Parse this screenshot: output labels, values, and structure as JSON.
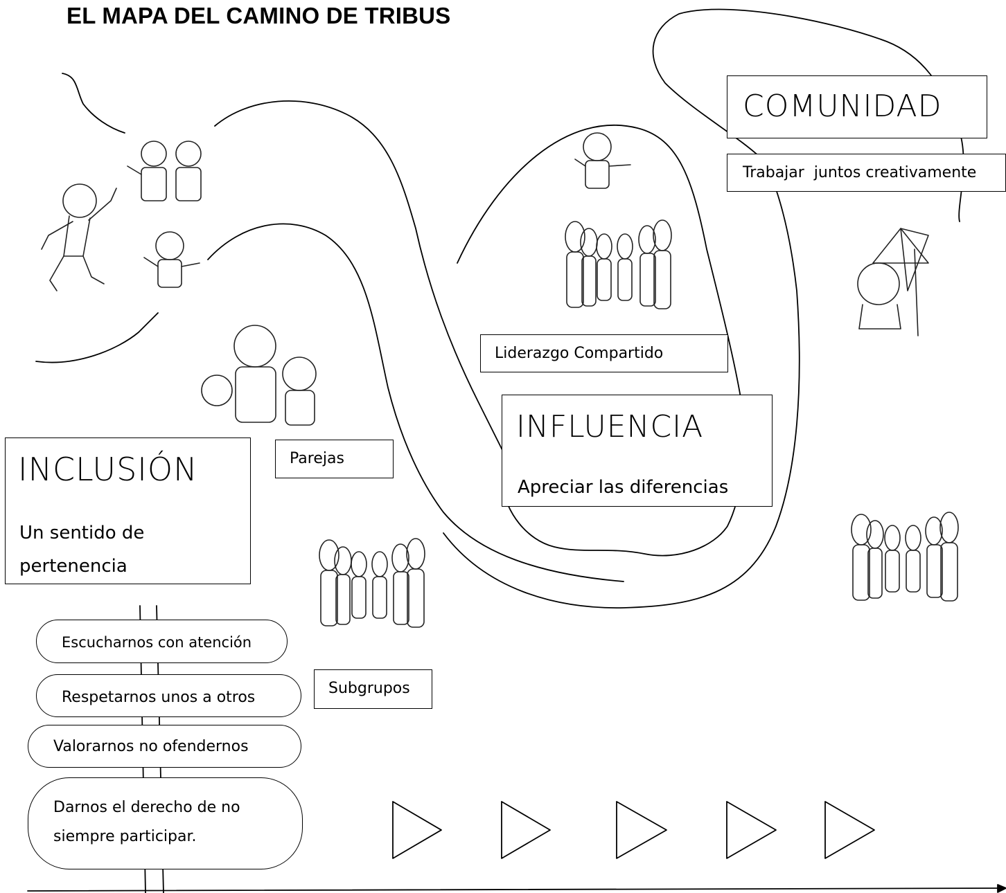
{
  "title": "EL MAPA DEL CAMINO DE TRIBUS",
  "stages": {
    "inclusion": {
      "heading": "INCLUSIÓN",
      "subtitle_line1": "Un sentido de",
      "subtitle_line2": "pertenencia"
    },
    "influence": {
      "heading": "INFLUENCIA",
      "subtitle": "Apreciar las diferencias"
    },
    "community": {
      "heading": "COMUNIDAD",
      "subtitle": "Trabajar  juntos creativamente"
    }
  },
  "labels": {
    "pairs": "Parejas",
    "subgroups": "Subgrupos",
    "shared_leadership": "Liderazgo Compartido"
  },
  "agreements": [
    {
      "text": "Escucharnos con atención"
    },
    {
      "text": "Respetarnos unos a otros"
    },
    {
      "text": "Valorarnos no ofendernos"
    },
    {
      "text_line1": "Darnos el derecho de no",
      "text_line2": "siempre participar."
    }
  ],
  "arrow_count": 5
}
